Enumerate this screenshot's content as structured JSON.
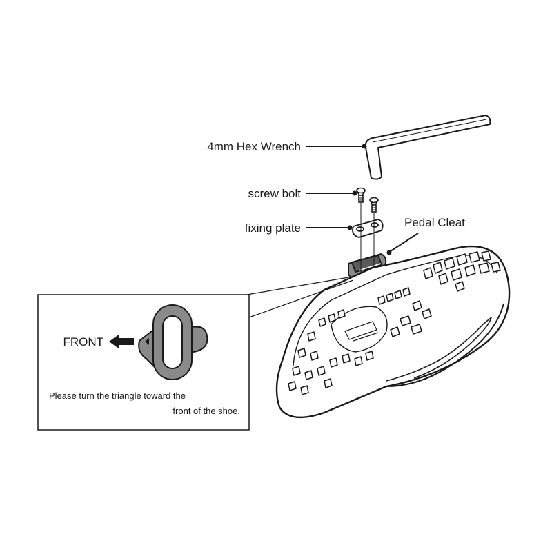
{
  "labels": {
    "hex_wrench": "4mm Hex Wrench",
    "screw_bolt": "screw bolt",
    "fixing_plate": "fixing plate",
    "pedal_cleat": "Pedal Cleat"
  },
  "inset": {
    "front_label": "FRONT",
    "note_line1": "Please turn the triangle toward the",
    "note_line2": "front of the shoe."
  },
  "colors": {
    "ink": "#1a1a1a",
    "cleat_fill": "#8a8a8a",
    "cleat_dark": "#5a5a5a"
  }
}
